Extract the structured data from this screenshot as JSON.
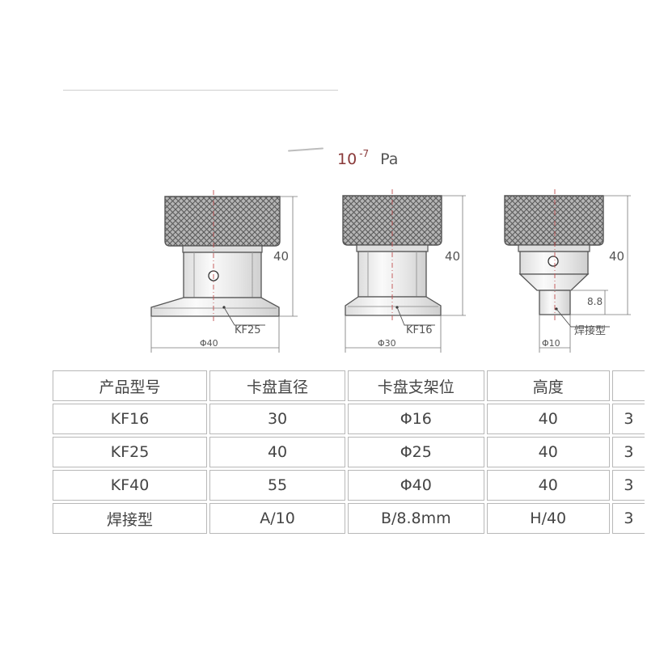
{
  "pressure": {
    "value": "10",
    "exponent": "-7",
    "unit": "Pa"
  },
  "parts": [
    {
      "height": "40",
      "port_label": "KF25",
      "diameter": "Φ40"
    },
    {
      "height": "40",
      "port_label": "KF16",
      "diameter": "Φ30"
    },
    {
      "height": "40",
      "tube_height": "8.8",
      "port_label": "焊接型",
      "diameter": "Φ10"
    }
  ],
  "table": {
    "headers": [
      "产品型号",
      "卡盘直径",
      "卡盘支架位",
      "高度",
      ""
    ],
    "rows": [
      [
        "KF16",
        "30",
        "Φ16",
        "40",
        "3"
      ],
      [
        "KF25",
        "40",
        "Φ25",
        "40",
        "3"
      ],
      [
        "KF40",
        "55",
        "Φ40",
        "40",
        "3"
      ],
      [
        "焊接型",
        "A/10",
        "B/8.8mm",
        "H/40",
        "3"
      ]
    ]
  },
  "colors": {
    "knurl": "#9a9a9a",
    "body": "#efefef",
    "outline": "#555555",
    "centerline": "#c05050",
    "dimension": "#777777"
  }
}
